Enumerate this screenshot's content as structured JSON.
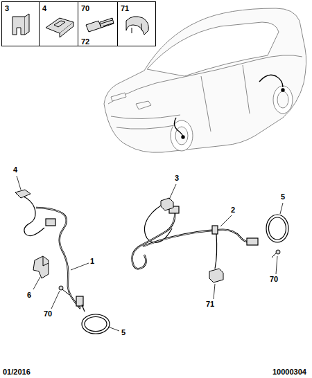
{
  "diagram": {
    "nodes": [
      {
        "text": [
          "3"
        ]
      },
      {
        "text": [
          "4"
        ]
      },
      {
        "text": [
          "70",
          "72"
        ]
      },
      {
        "text": [
          "71"
        ]
      }
    ],
    "labels": [
      "4",
      "3",
      "2",
      "5",
      "1",
      "6",
      "70",
      "70",
      "71",
      "5",
      "01/2016",
      "10000304"
    ]
  }
}
